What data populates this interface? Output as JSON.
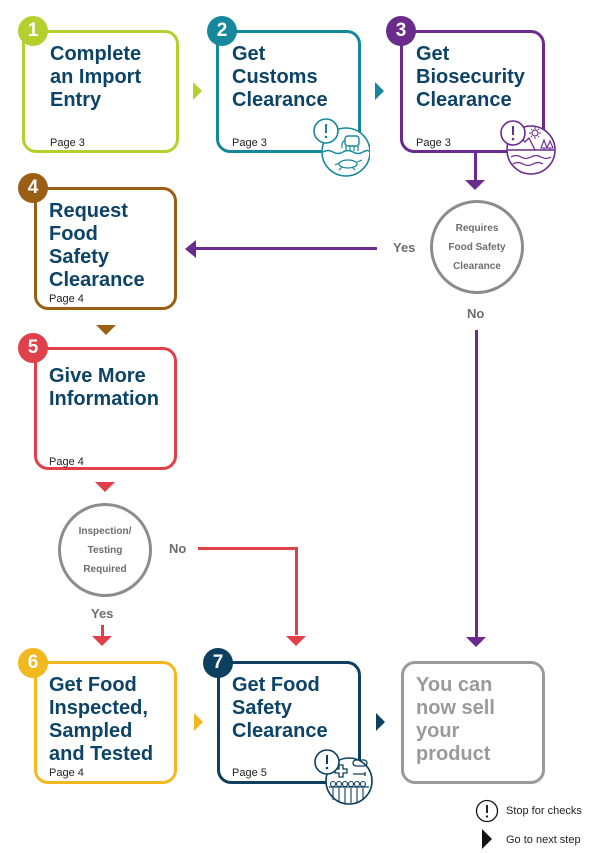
{
  "colors": {
    "step1": "#b5cf2f",
    "step2": "#17889c",
    "step3": "#6a2b8c",
    "step4": "#9a5e14",
    "step5": "#e0404a",
    "step6": "#f2b81f",
    "step7": "#0d3f5e",
    "final": "#9a9a9a",
    "title_text": "#0d4366",
    "decision": "#8c8c8c"
  },
  "steps": [
    {
      "number": "1",
      "title": "Complete\nan Import\nEntry",
      "page": "Page 3"
    },
    {
      "number": "2",
      "title": "Get\nCustoms\nClearance",
      "page": "Page 3",
      "icon": "customs-wildlife-icon"
    },
    {
      "number": "3",
      "title": "Get\nBiosecurity\nClearance",
      "page": "Page 3",
      "icon": "biosecurity-landscape-icon"
    },
    {
      "number": "4",
      "title": "Request\nFood\nSafety\nClearance",
      "page": "Page 4"
    },
    {
      "number": "5",
      "title": "Give More\nInformation",
      "page": "Page 4"
    },
    {
      "number": "6",
      "title": "Get Food\nInspected,\nSampled\nand Tested",
      "page": "Page 4"
    },
    {
      "number": "7",
      "title": "Get Food\nSafety\nClearance",
      "page": "Page 5",
      "icon": "health-medicine-icon"
    }
  ],
  "final": {
    "title": "You can\nnow sell\nyour\nproduct"
  },
  "decisions": [
    {
      "text": "Requires\nFood Safety\nClearance",
      "yes": "Yes",
      "no": "No"
    },
    {
      "text": "Inspection/\nTesting\nRequired",
      "yes": "Yes",
      "no": "No"
    }
  ],
  "legend": [
    {
      "icon": "exclamation-icon",
      "label": "Stop for checks"
    },
    {
      "icon": "next-arrow-icon",
      "label": "Go to next step"
    }
  ]
}
